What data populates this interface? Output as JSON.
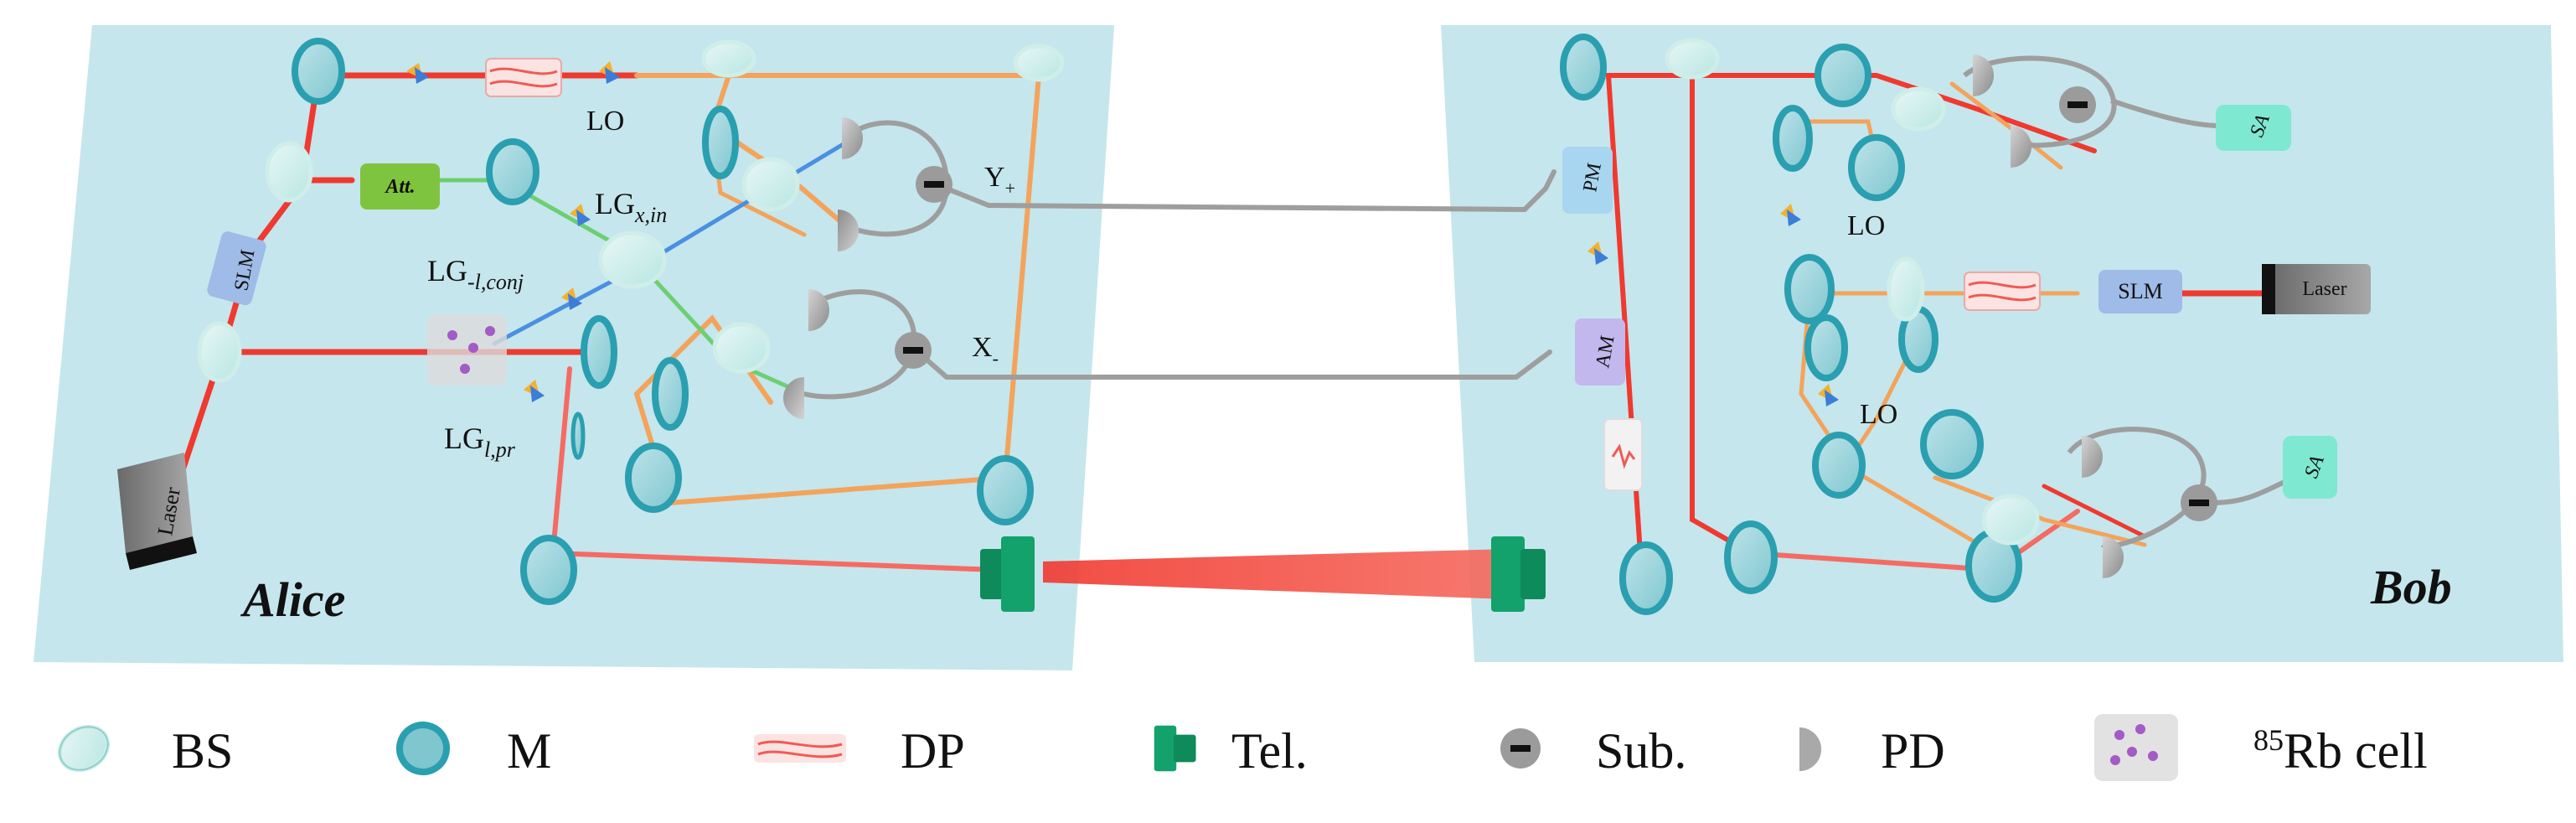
{
  "panels": {
    "left_title": "Alice",
    "right_title": "Bob"
  },
  "labels": {
    "alice_lo": "LO",
    "lg_x_in": {
      "base": "LG",
      "sub": "x,in"
    },
    "lg_conj": {
      "base": "LG",
      "sub": "-l,conj"
    },
    "lg_pr": {
      "base": "LG",
      "sub": "l,pr"
    },
    "y_plus": {
      "base": "Y",
      "sub": "+"
    },
    "x_minus": {
      "base": "X",
      "sub": "-"
    },
    "bob_lo_1": "LO",
    "bob_lo_2": "LO"
  },
  "components": {
    "alice_laser": "Laser",
    "alice_slm": "SLM",
    "alice_att": "Att.",
    "bob_laser": "Laser",
    "bob_slm": "SLM",
    "bob_pm": "PM",
    "bob_am": "AM",
    "bob_sa_1": "SA",
    "bob_sa_2": "SA"
  },
  "legend": [
    {
      "icon": "beam-splitter-icon",
      "label": "BS"
    },
    {
      "icon": "mirror-icon",
      "label": "M"
    },
    {
      "icon": "dove-prism-icon",
      "label": "DP"
    },
    {
      "icon": "telescope-icon",
      "label": "Tel."
    },
    {
      "icon": "subtractor-icon",
      "label": "Sub."
    },
    {
      "icon": "photodetector-icon",
      "label": "PD"
    },
    {
      "icon": "rb-cell-icon",
      "label": "Rb cell",
      "superscript": "85"
    }
  ],
  "colors": {
    "table": "#bfe3ea",
    "laser_red": "#f0392f",
    "lo_orange": "#f4a35a",
    "green_beam": "#6ccf72",
    "blue_beam": "#4a90e2",
    "cable_gray": "#9e9e9e",
    "mirror_teal": "#2a9fb0",
    "telescope_green": "#0f8a5a"
  }
}
